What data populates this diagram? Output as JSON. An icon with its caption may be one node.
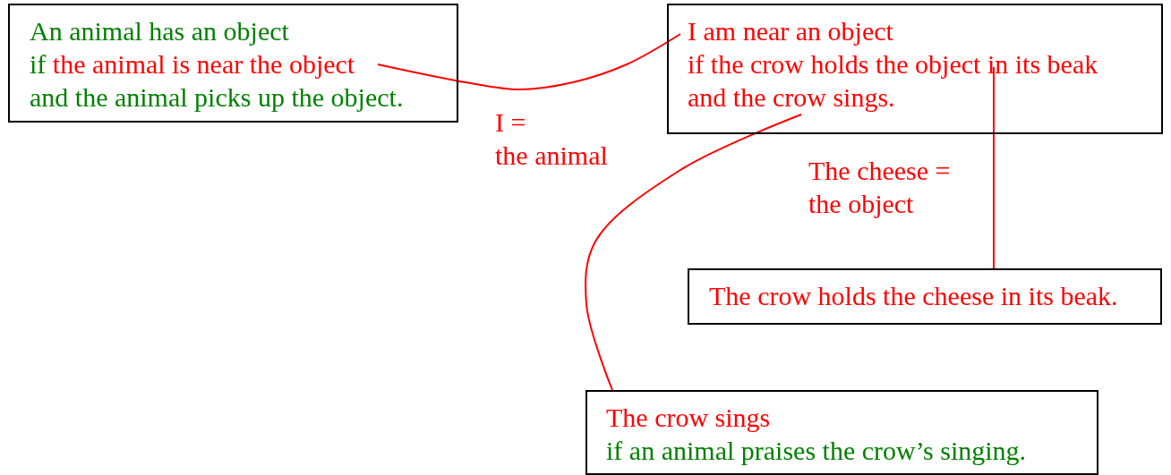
{
  "diagram": {
    "nodes": [
      {
        "text": [
          "An animal has an object",
          "if the animal is near the object",
          "and the animal picks up the object."
        ]
      },
      {
        "text": [
          "I am near an object",
          "if the crow holds the object in its beak",
          "and the crow sings."
        ]
      },
      {
        "text": [
          "The crow holds the cheese in its beak."
        ]
      },
      {
        "text": [
          "The crow sings",
          "if an animal praises the crow’s singing."
        ]
      }
    ],
    "edges": [
      {
        "from": 0,
        "to": 1,
        "arrow": "none",
        "label": "I = the animal"
      },
      {
        "from": 1,
        "to": 3,
        "arrow": "none"
      },
      {
        "from": 1,
        "to": 2,
        "arrow": "none",
        "label": "The cheese = the object"
      }
    ]
  }
}
